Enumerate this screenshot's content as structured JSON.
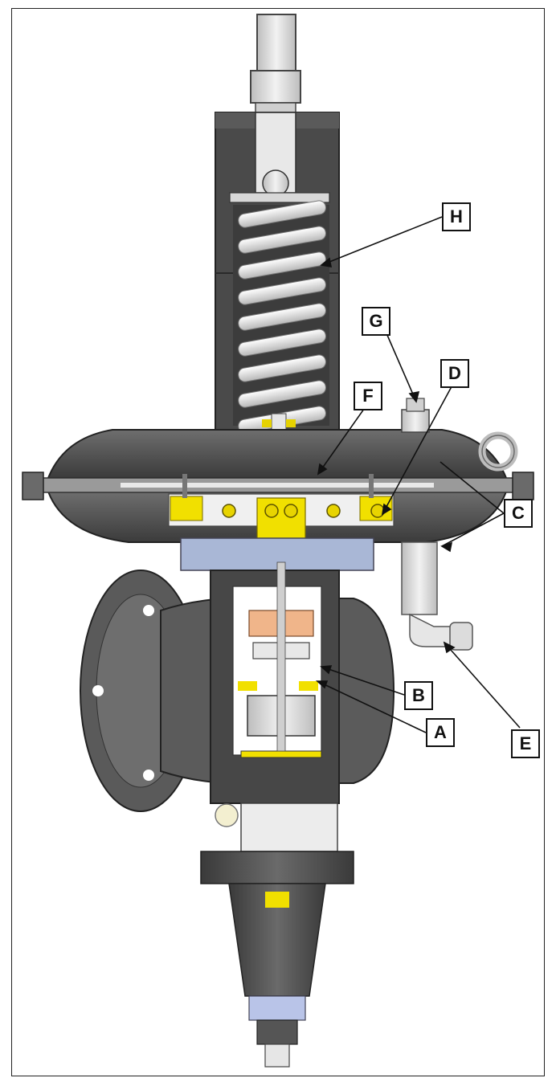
{
  "callouts": {
    "H": "H",
    "G": "G",
    "D": "D",
    "F": "F",
    "C": "C",
    "B": "B",
    "A": "A",
    "E": "E"
  }
}
